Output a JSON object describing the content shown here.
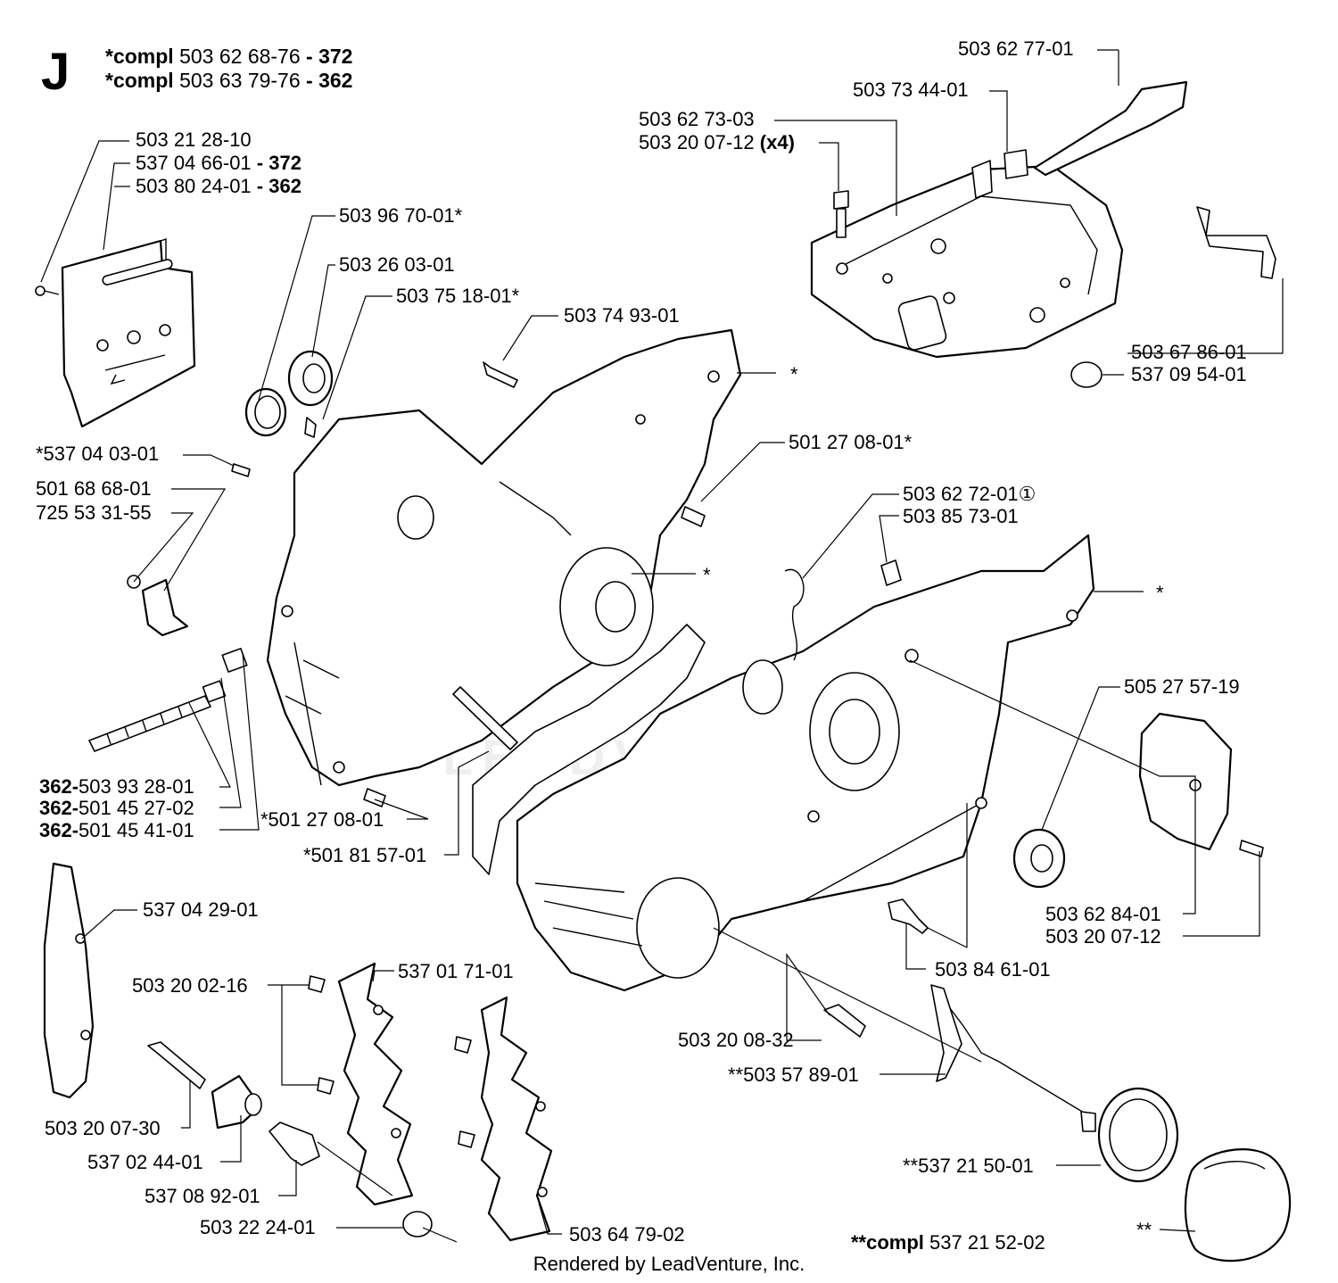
{
  "header": {
    "section_letter": "J",
    "compl_lines": [
      {
        "prefix": "*compl",
        "number": "503 62 68-76",
        "suffix": " - 372"
      },
      {
        "prefix": "*compl",
        "number": "503 63 79-76",
        "suffix": " - 362"
      }
    ]
  },
  "labels": [
    {
      "text": "503 62 77-01",
      "bold": "",
      "bold_prefix": ""
    },
    {
      "text": "503 73 44-01",
      "bold": "",
      "bold_prefix": ""
    },
    {
      "text": "503 62 73-03",
      "bold": "",
      "bold_prefix": ""
    },
    {
      "text": "503 20 07-12 ",
      "bold": "(x4)",
      "bold_prefix": ""
    },
    {
      "text": "503 21 28-10",
      "bold": "",
      "bold_prefix": ""
    },
    {
      "text": "537 04 66-01",
      "bold": " - 372",
      "bold_prefix": ""
    },
    {
      "text": "503 80 24-01",
      "bold": " - 362",
      "bold_prefix": ""
    },
    {
      "text": "503 96 70-01*",
      "bold": "",
      "bold_prefix": ""
    },
    {
      "text": "503 26 03-01",
      "bold": "",
      "bold_prefix": ""
    },
    {
      "text": "503 75 18-01*",
      "bold": "",
      "bold_prefix": ""
    },
    {
      "text": "503 74 93-01",
      "bold": "",
      "bold_prefix": ""
    },
    {
      "text": "*",
      "bold": "",
      "bold_prefix": ""
    },
    {
      "text": "503 67 86-01",
      "bold": "",
      "bold_prefix": ""
    },
    {
      "text": "537 09 54-01",
      "bold": "",
      "bold_prefix": ""
    },
    {
      "text": "*537 04 03-01",
      "bold": "",
      "bold_prefix": ""
    },
    {
      "text": "501 27 08-01*",
      "bold": "",
      "bold_prefix": ""
    },
    {
      "text": "501 68 68-01",
      "bold": "",
      "bold_prefix": ""
    },
    {
      "text": "725 53 31-55",
      "bold": "",
      "bold_prefix": ""
    },
    {
      "text": "503 62 72-01①",
      "bold": "",
      "bold_prefix": ""
    },
    {
      "text": "503 85 73-01",
      "bold": "",
      "bold_prefix": ""
    },
    {
      "text": "*",
      "bold": "",
      "bold_prefix": ""
    },
    {
      "text": "*",
      "bold": "",
      "bold_prefix": ""
    },
    {
      "text": "505 27 57-19",
      "bold": "",
      "bold_prefix": ""
    },
    {
      "text": "503 93 28-01",
      "bold": "",
      "bold_prefix": "362-"
    },
    {
      "text": "501 45 27-02",
      "bold": "",
      "bold_prefix": "362-"
    },
    {
      "text": "501 45 41-01",
      "bold": "",
      "bold_prefix": "362-"
    },
    {
      "text": "*501 27 08-01",
      "bold": "",
      "bold_prefix": ""
    },
    {
      "text": "*501 81 57-01",
      "bold": "",
      "bold_prefix": ""
    },
    {
      "text": "537 04 29-01",
      "bold": "",
      "bold_prefix": ""
    },
    {
      "text": "503 62 84-01",
      "bold": "",
      "bold_prefix": ""
    },
    {
      "text": "503 20 07-12",
      "bold": "",
      "bold_prefix": ""
    },
    {
      "text": "503 84 61-01",
      "bold": "",
      "bold_prefix": ""
    },
    {
      "text": "503 20 02-16",
      "bold": "",
      "bold_prefix": ""
    },
    {
      "text": "537 01 71-01",
      "bold": "",
      "bold_prefix": ""
    },
    {
      "text": "503 20 08-32",
      "bold": "",
      "bold_prefix": ""
    },
    {
      "text": "**503 57 89-01",
      "bold": "",
      "bold_prefix": ""
    },
    {
      "text": "503 20 07-30",
      "bold": "",
      "bold_prefix": ""
    },
    {
      "text": "537 02 44-01",
      "bold": "",
      "bold_prefix": ""
    },
    {
      "text": "537 08 92-01",
      "bold": "",
      "bold_prefix": ""
    },
    {
      "text": "**537 21 50-01",
      "bold": "",
      "bold_prefix": ""
    },
    {
      "text": "503 22 24-01",
      "bold": "",
      "bold_prefix": ""
    },
    {
      "text": "503 64 79-02",
      "bold": "",
      "bold_prefix": ""
    },
    {
      "text": "**",
      "bold": "",
      "bold_prefix": ""
    },
    {
      "text": " 537 21 52-02",
      "bold": "",
      "bold_prefix": "**compl"
    }
  ],
  "footer": "Rendered by LeadVenture, Inc.",
  "watermark": "LEADVENTURE"
}
